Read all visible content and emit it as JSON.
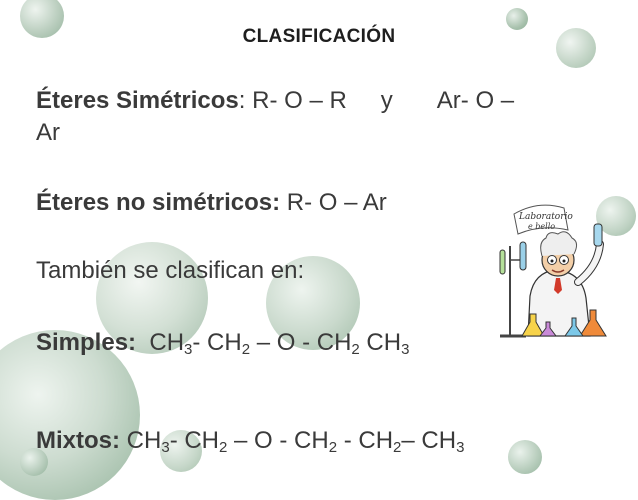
{
  "slide": {
    "title": "CLASIFICACIÓN",
    "line1": {
      "label": "Éteres Simétricos",
      "formula": ": R- O – R",
      "connector": "y",
      "formula2": "Ar- O –",
      "wrap": "Ar"
    },
    "line2": {
      "label": "Éteres  no simétricos:",
      "formula": " R- O – Ar"
    },
    "line3": {
      "text": "También se clasifican en:"
    },
    "line4": {
      "label": "Simples:",
      "parts": [
        "CH",
        "3",
        "- CH",
        "2",
        " – O - CH",
        "2",
        " CH",
        "3"
      ]
    },
    "line5": {
      "label": "Mixtos:",
      "parts": [
        "CH",
        "3",
        "- CH",
        "2",
        " – O  - CH",
        "2",
        " - CH",
        "2",
        "– CH",
        "3"
      ]
    },
    "clipart": {
      "caption_line1": "Laboratorio",
      "caption_line2": "e bello",
      "icon": "scientist-laboratory-icon"
    }
  }
}
